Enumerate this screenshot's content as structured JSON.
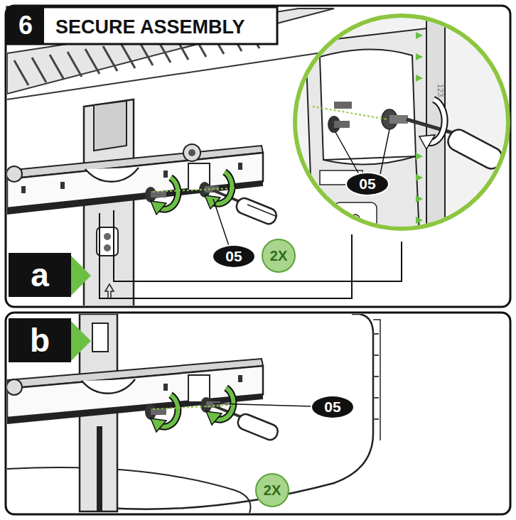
{
  "diagram": {
    "title": "SECURE ASSEMBLY",
    "nodes": [
      {
        "text": [
          "6"
        ]
      },
      {
        "text": [
          "a"
        ]
      },
      {
        "text": [
          "05"
        ]
      },
      {
        "text": [
          "2X"
        ]
      },
      {
        "text": [
          "05"
        ]
      },
      {
        "text": [
          "b"
        ]
      },
      {
        "text": [
          "05"
        ]
      },
      {
        "text": [
          "2X"
        ]
      }
    ],
    "labels": [
      "123"
    ]
  }
}
